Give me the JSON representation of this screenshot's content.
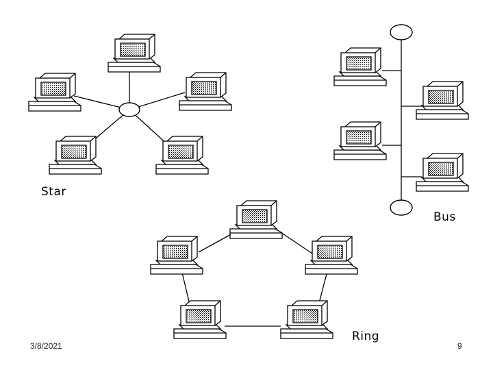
{
  "topologies": {
    "star": {
      "label": "Star"
    },
    "bus": {
      "label": "Bus"
    },
    "ring": {
      "label": "Ring"
    }
  },
  "footer": {
    "date": "3/8/2021",
    "page_number": "9"
  }
}
